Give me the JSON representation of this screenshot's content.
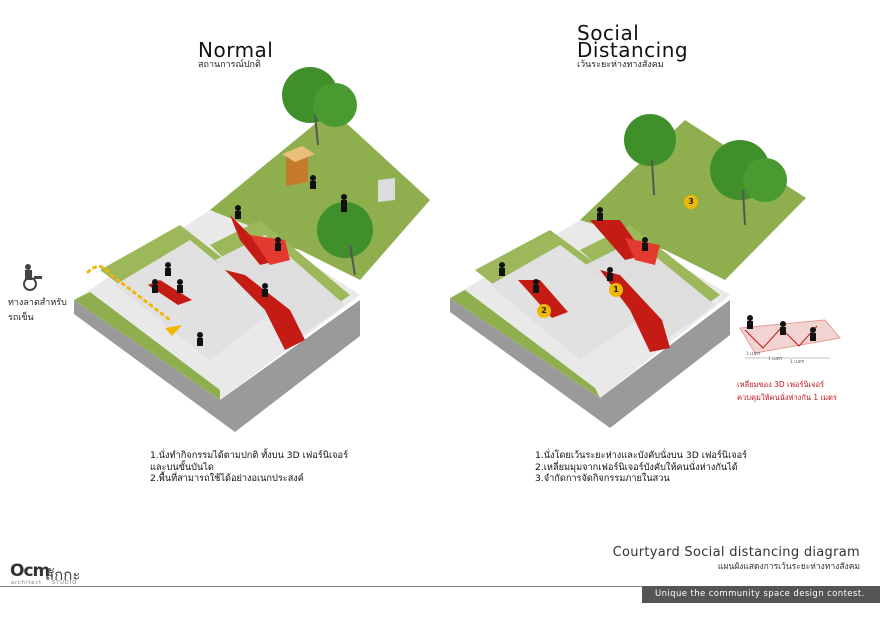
{
  "left_diagram": {
    "title_en": "Normal",
    "title_th": "สถานการณ์ปกติ",
    "ramp_label_line1": "ทางลาดสำหรับ",
    "ramp_label_line2": "รถเข็น",
    "notes": [
      "1.นั่งทำกิจกรรมได้ตามปกติ ทั้งบน 3D เฟอร์นิเจอร์",
      "  และบนขั้นบันได",
      "2.พื้นที่สามารถใช้ได้อย่างอเนกประสงค์"
    ]
  },
  "right_diagram": {
    "title_en_line1": "Social",
    "title_en_line2": "Distancing",
    "title_th": "เว้นระยะห่างทางสังคม",
    "markers": [
      "1",
      "2",
      "3"
    ],
    "notes": [
      "1.นั่งโดยเว้นระยะห่างและบังคับนั่งบน 3D เฟอร์นิเจอร์",
      "2.เหลี่ยมมุมจากเฟอร์นิเจอร์บังคับให้คนนั่งห่างกันได้",
      "3.จำกัดการจัดกิจกรรมภายในสวน"
    ]
  },
  "detail": {
    "distance_labels": [
      "1 เมตร",
      "1 เมตร",
      "1 เมตร"
    ],
    "note_line1": "เหลี่ยมของ 3D เฟอร์นิเจอร์",
    "note_line2": "ควบคุมให้คนนั่งห่างกัน 1 เมตร"
  },
  "footer": {
    "title": "Courtyard Social distancing diagram",
    "subtitle": "แผนผังแสดงการเว้นระยะห่างทางสังคม",
    "tagline": "Unique the community space design contest.",
    "logo_text": "Ocm",
    "logo_sub": "architect",
    "logo_thai": "สักกะ",
    "logo_thai_sub": "STUDIO"
  },
  "colors": {
    "lawn": "#8fae4e",
    "paving": "#e6e6e6",
    "wall": "#9a9a9a",
    "furniture": "#c41c14",
    "tree": "#3f8f2a",
    "accent": "#f2b705",
    "footer_bar": "#555555"
  }
}
